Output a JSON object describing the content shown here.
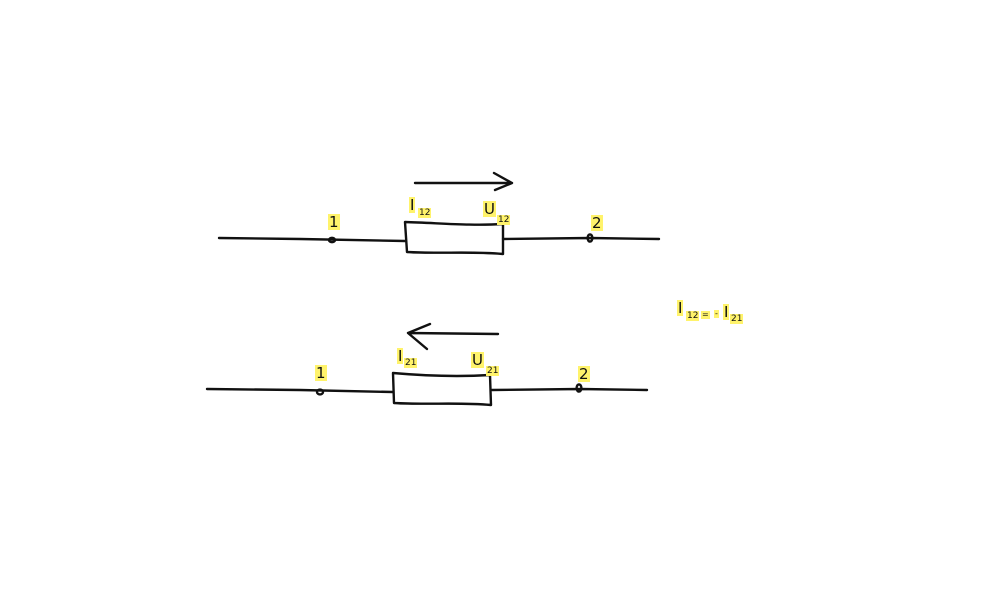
{
  "colors": {
    "stroke": "#111111",
    "highlight": "#fff36b",
    "background": "#ffffff"
  },
  "top_circuit": {
    "node_left": "1",
    "node_right": "2",
    "current_symbol": "I",
    "current_subscript": "12",
    "voltage_symbol": "U",
    "voltage_subscript": "12",
    "arrow_direction": "right"
  },
  "bottom_circuit": {
    "node_left": "1",
    "node_right": "2",
    "current_symbol": "I",
    "current_subscript": "21",
    "voltage_symbol": "U",
    "voltage_subscript": "21",
    "arrow_direction": "left"
  },
  "equation": {
    "lhs_symbol": "I",
    "lhs_subscript": "12",
    "equals": "=",
    "minus": "-",
    "rhs_symbol": "I",
    "rhs_subscript": "21"
  }
}
